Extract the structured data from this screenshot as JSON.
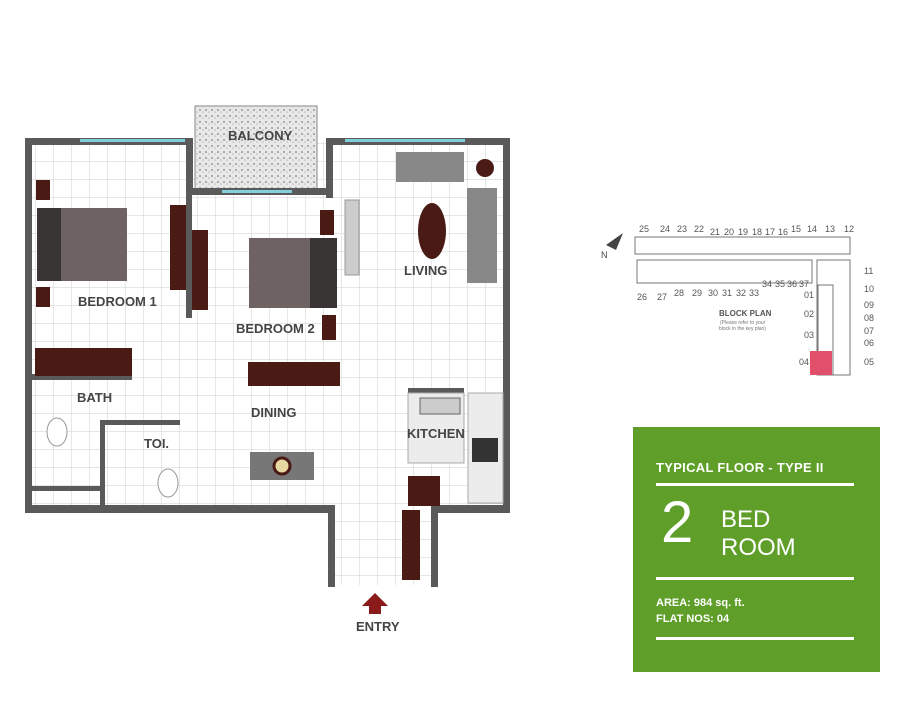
{
  "floor_plan": {
    "rooms": {
      "balcony": "BALCONY",
      "bedroom1": "BEDROOM 1",
      "bedroom2": "BEDROOM 2",
      "living": "LIVING",
      "bath": "BATH",
      "toilet": "TOI.",
      "dining": "DINING",
      "kitchen": "KITCHEN",
      "entry": "ENTRY"
    },
    "colors": {
      "wall": "#5a5a5a",
      "furniture": "#4a1a14",
      "entry_arrow": "#8b1a1a",
      "glass": "#7fd0d8"
    }
  },
  "block_plan": {
    "title": "BLOCK PLAN",
    "note_line1": "(Please refer to your",
    "note_line2": "block in the key plan)",
    "north": "N",
    "units": [
      "25",
      "24",
      "23",
      "22",
      "21",
      "20",
      "19",
      "18",
      "17",
      "16",
      "15",
      "14",
      "13",
      "12",
      "26",
      "27",
      "28",
      "29",
      "30",
      "31",
      "32",
      "33",
      "34",
      "35",
      "36",
      "37",
      "01",
      "02",
      "03",
      "04",
      "05",
      "06",
      "07",
      "08",
      "09",
      "10",
      "11"
    ],
    "highlight_unit": "04",
    "highlight_color": "#e0506a"
  },
  "info": {
    "floor_type": "TYPICAL FLOOR - TYPE II",
    "bedrooms": "2",
    "bed_line1": "BED",
    "bed_line2": "ROOM",
    "area": "AREA: 984 sq. ft.",
    "flat_nos": "FLAT NOS: 04",
    "color": "#5f9f29"
  }
}
